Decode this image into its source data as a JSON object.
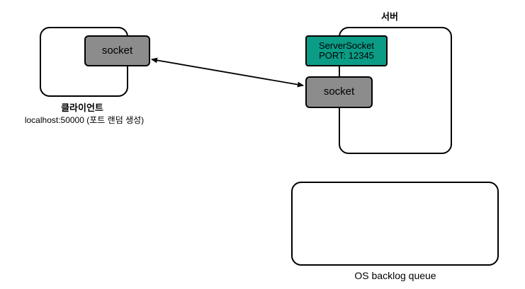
{
  "client": {
    "socket_label": "socket",
    "name_label": "클라이언트",
    "address_label": "localhost:50000 (포트 랜덤 생성)"
  },
  "server": {
    "name_label": "서버",
    "server_socket": {
      "line1": "ServerSocket",
      "line2": "PORT: 12345"
    },
    "socket_label": "socket"
  },
  "backlog": {
    "label": "OS backlog queue"
  },
  "colors": {
    "socket_fill": "#8c8c8c",
    "server_socket_fill": "#0b9c86",
    "stroke": "#000000"
  }
}
